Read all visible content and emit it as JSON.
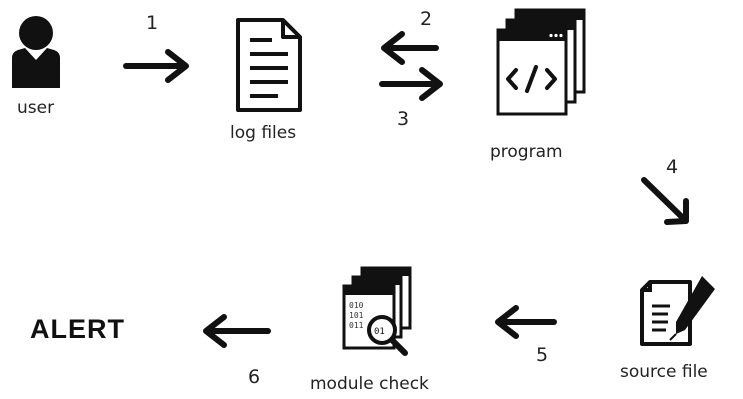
{
  "nodes": {
    "user": {
      "label": "user",
      "icon": "user-icon"
    },
    "log_files": {
      "label": "log files",
      "icon": "document-icon"
    },
    "program": {
      "label": "program",
      "icon": "code-window-icon"
    },
    "source_file": {
      "label": "source file",
      "icon": "signed-document-icon"
    },
    "module_check": {
      "label": "module check",
      "icon": "binary-magnifier-icon"
    },
    "alert": {
      "label": "ALERT"
    }
  },
  "steps": {
    "s1": "1",
    "s2": "2",
    "s3": "3",
    "s4": "4",
    "s5": "5",
    "s6": "6"
  }
}
